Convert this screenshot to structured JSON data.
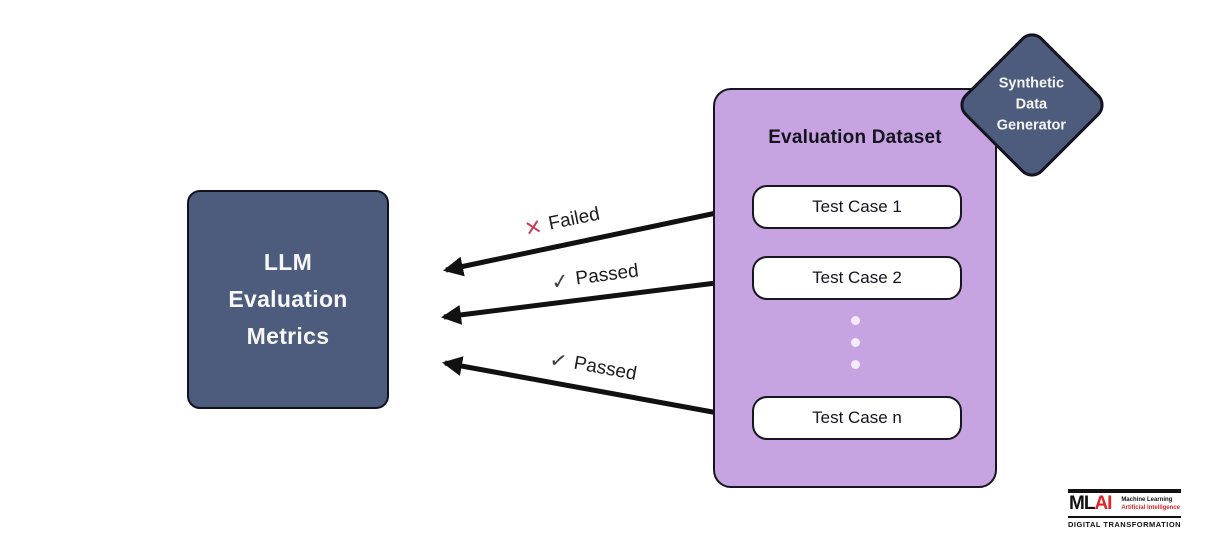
{
  "llm_node": {
    "line1": "LLM",
    "line2": "Evaluation",
    "line3": "Metrics"
  },
  "dataset": {
    "title": "Evaluation Dataset",
    "test_cases": [
      "Test Case 1",
      "Test Case 2",
      "Test Case n"
    ],
    "ellipsis_dot_count": 3
  },
  "generator": {
    "line1": "Synthetic",
    "line2": "Data",
    "line3": "Generator"
  },
  "arrows": [
    {
      "status": "failed",
      "label": "Failed",
      "icon_glyph": "✕"
    },
    {
      "status": "passed",
      "label": "Passed",
      "icon_glyph": "✓"
    },
    {
      "status": "passed",
      "label": "Passed",
      "icon_glyph": "✓"
    }
  ],
  "logo": {
    "ml": "ML",
    "ai": "AI",
    "tagline_1": "Machine Learning",
    "tagline_2": "Artificial Intelligence",
    "subtitle": "DIGITAL TRANSFORMATION"
  },
  "colors": {
    "node_slate": "#4d5c7c",
    "dataset_purple": "#c7a3e1",
    "arrow_black": "#111111",
    "failed_red": "#c6425a",
    "passed_gray": "#3d3d3d",
    "logo_red": "#e02428"
  }
}
